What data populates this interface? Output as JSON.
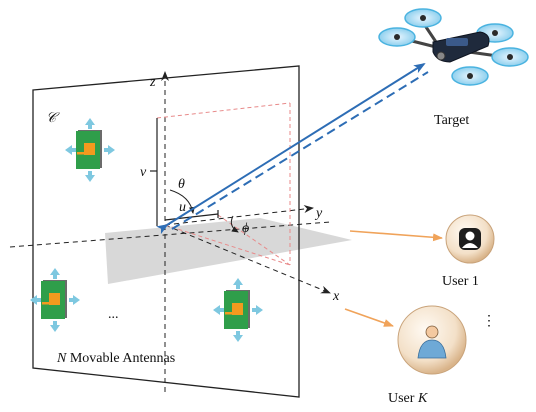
{
  "aperture_label": "𝒞",
  "axes": {
    "z": "z",
    "y": "y",
    "x": "x"
  },
  "angles": {
    "theta": "θ",
    "phi": "ϕ"
  },
  "coords": {
    "u": "u",
    "v": "v"
  },
  "target_label": "Target",
  "users": {
    "first": "User 1",
    "last_prefix": "User ",
    "last_var": "K",
    "dots": "⋮"
  },
  "antennas": {
    "count_var": "N",
    "label": " Movable Antennas",
    "ellipsis": "..."
  },
  "colors": {
    "beam": "#2d6db5",
    "user_link": "#f0a35a",
    "patch_board": "#2f9e4a",
    "patch_element": "#f39a1e",
    "move_arrow": "#7ec8e0",
    "ground_plane": "#d4d4d4",
    "projection": "#e88a8a"
  },
  "icons": [
    "uav-target-icon",
    "user-icon",
    "movable-antenna-icon"
  ]
}
